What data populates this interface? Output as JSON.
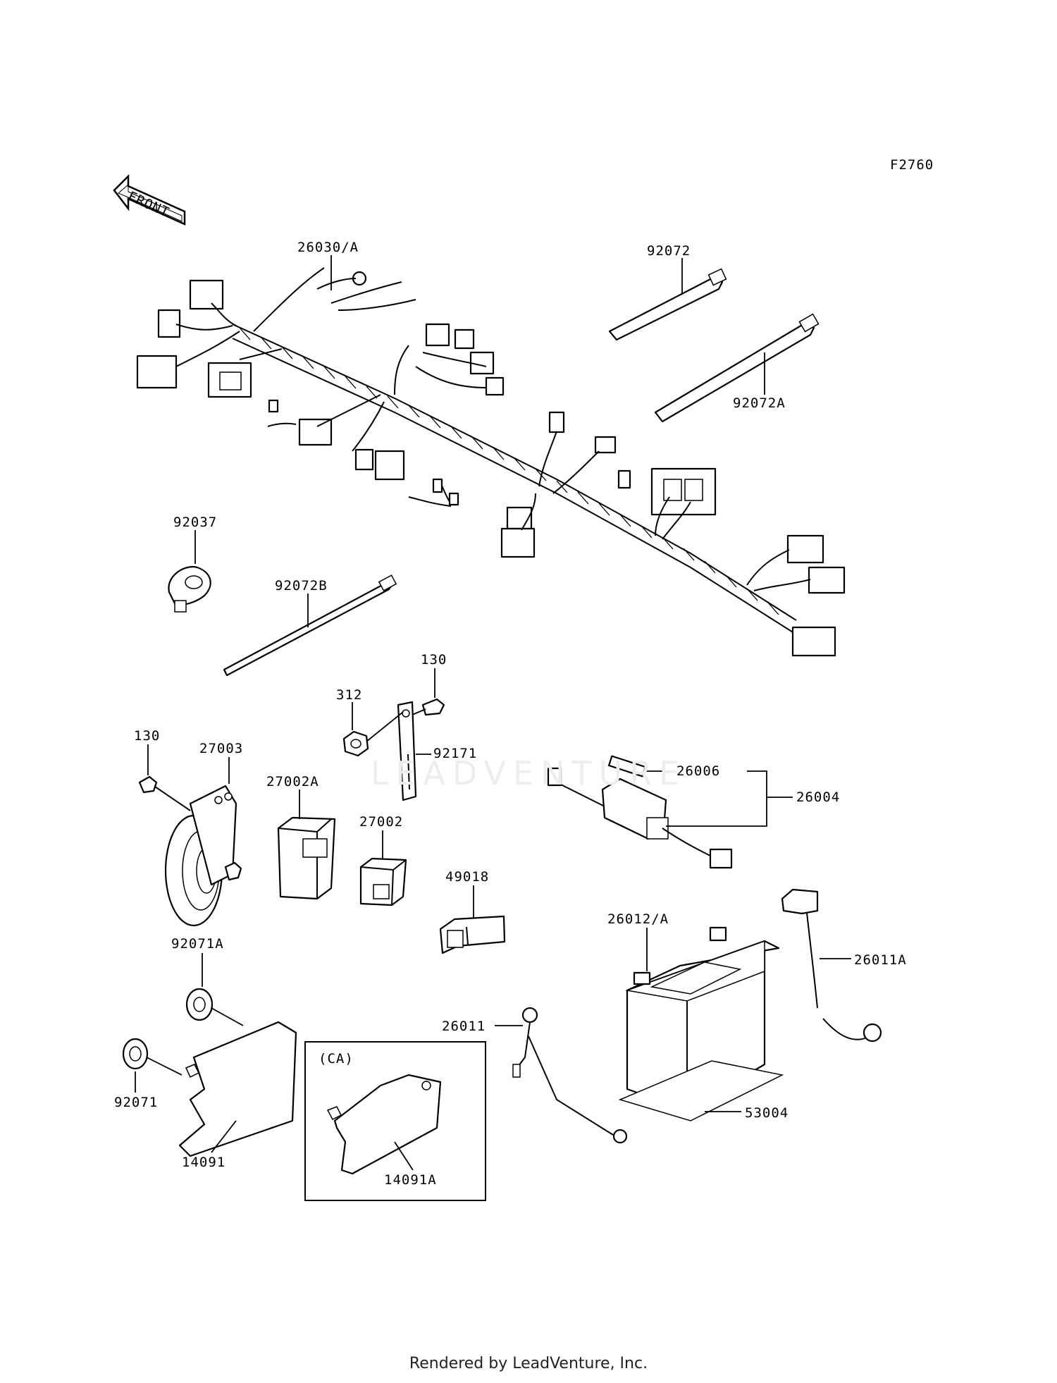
{
  "diagram": {
    "figure_code": "F2760",
    "front_arrow_label": "FRONT",
    "ca_box_label": "(CA)",
    "watermark_text": "LEADVENTURE",
    "footer_text": "Rendered by LeadVenture, Inc.",
    "part_labels": {
      "harness": "26030/A",
      "tie_92072": "92072",
      "tie_92072A": "92072A",
      "clamp_92037": "92037",
      "tie_92072B": "92072B",
      "bolt_130_top": "130",
      "nut_312": "312",
      "bracket_92171": "92171",
      "bolt_130_left": "130",
      "horn_27003": "27003",
      "relay_27002A": "27002A",
      "relay_27002": "27002",
      "fuse_26006": "26006",
      "fuse_holder_26004": "26004",
      "connector_49018": "49018",
      "battery_26012A": "26012/A",
      "lead_26011A": "26011A",
      "grommet_92071A": "92071A",
      "grommet_92071": "92071",
      "lead_26011": "26011",
      "mat_53004": "53004",
      "cover_14091": "14091",
      "cover_14091A": "14091A"
    }
  }
}
